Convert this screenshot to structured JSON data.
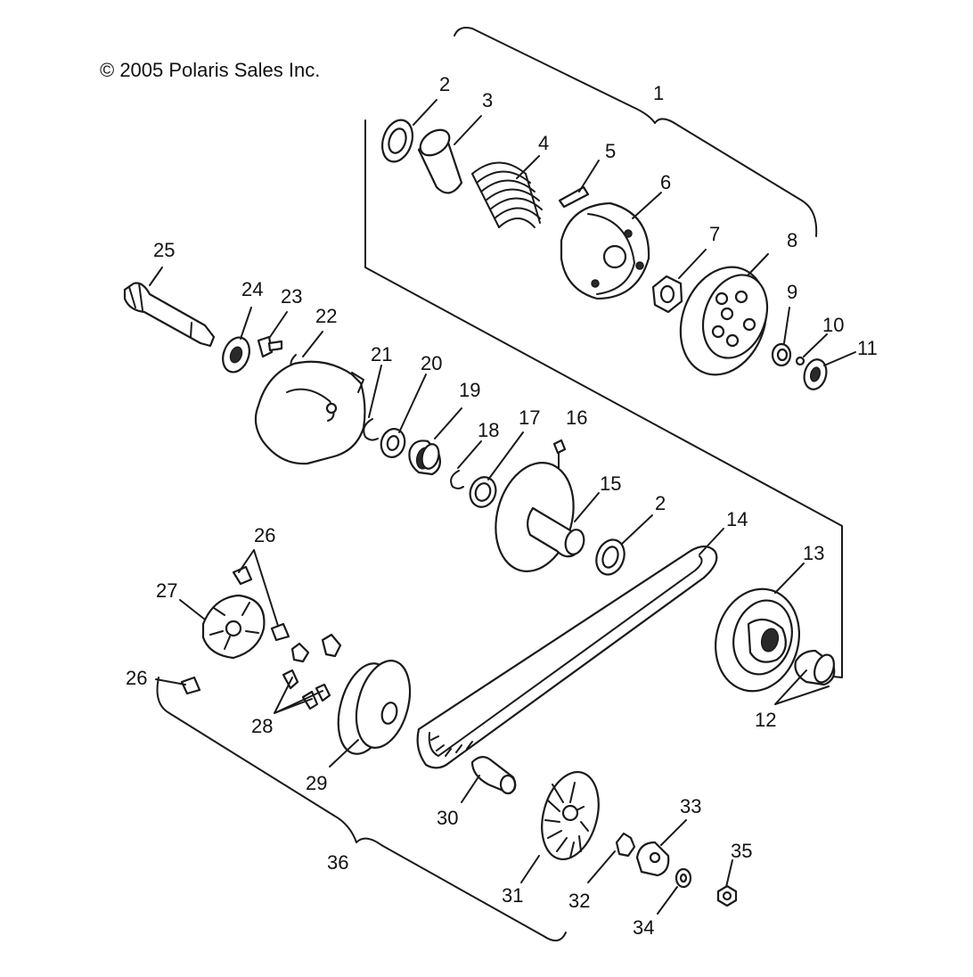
{
  "copyright": "© 2005 Polaris Sales Inc.",
  "callouts": {
    "c1": "1",
    "c2a": "2",
    "c3": "3",
    "c4": "4",
    "c5": "5",
    "c6": "6",
    "c7": "7",
    "c8": "8",
    "c9": "9",
    "c10": "10",
    "c11": "11",
    "c12": "12",
    "c13": "13",
    "c14": "14",
    "c15": "15",
    "c16": "16",
    "c17": "17",
    "c18": "18",
    "c19": "19",
    "c20": "20",
    "c21": "21",
    "c22": "22",
    "c23": "23",
    "c24": "24",
    "c25": "25",
    "c26a": "26",
    "c26b": "26",
    "c27": "27",
    "c28": "28",
    "c29": "29",
    "c30": "30",
    "c31": "31",
    "c32": "32",
    "c33": "33",
    "c34": "34",
    "c35": "35",
    "c36": "36",
    "c2b": "2"
  }
}
